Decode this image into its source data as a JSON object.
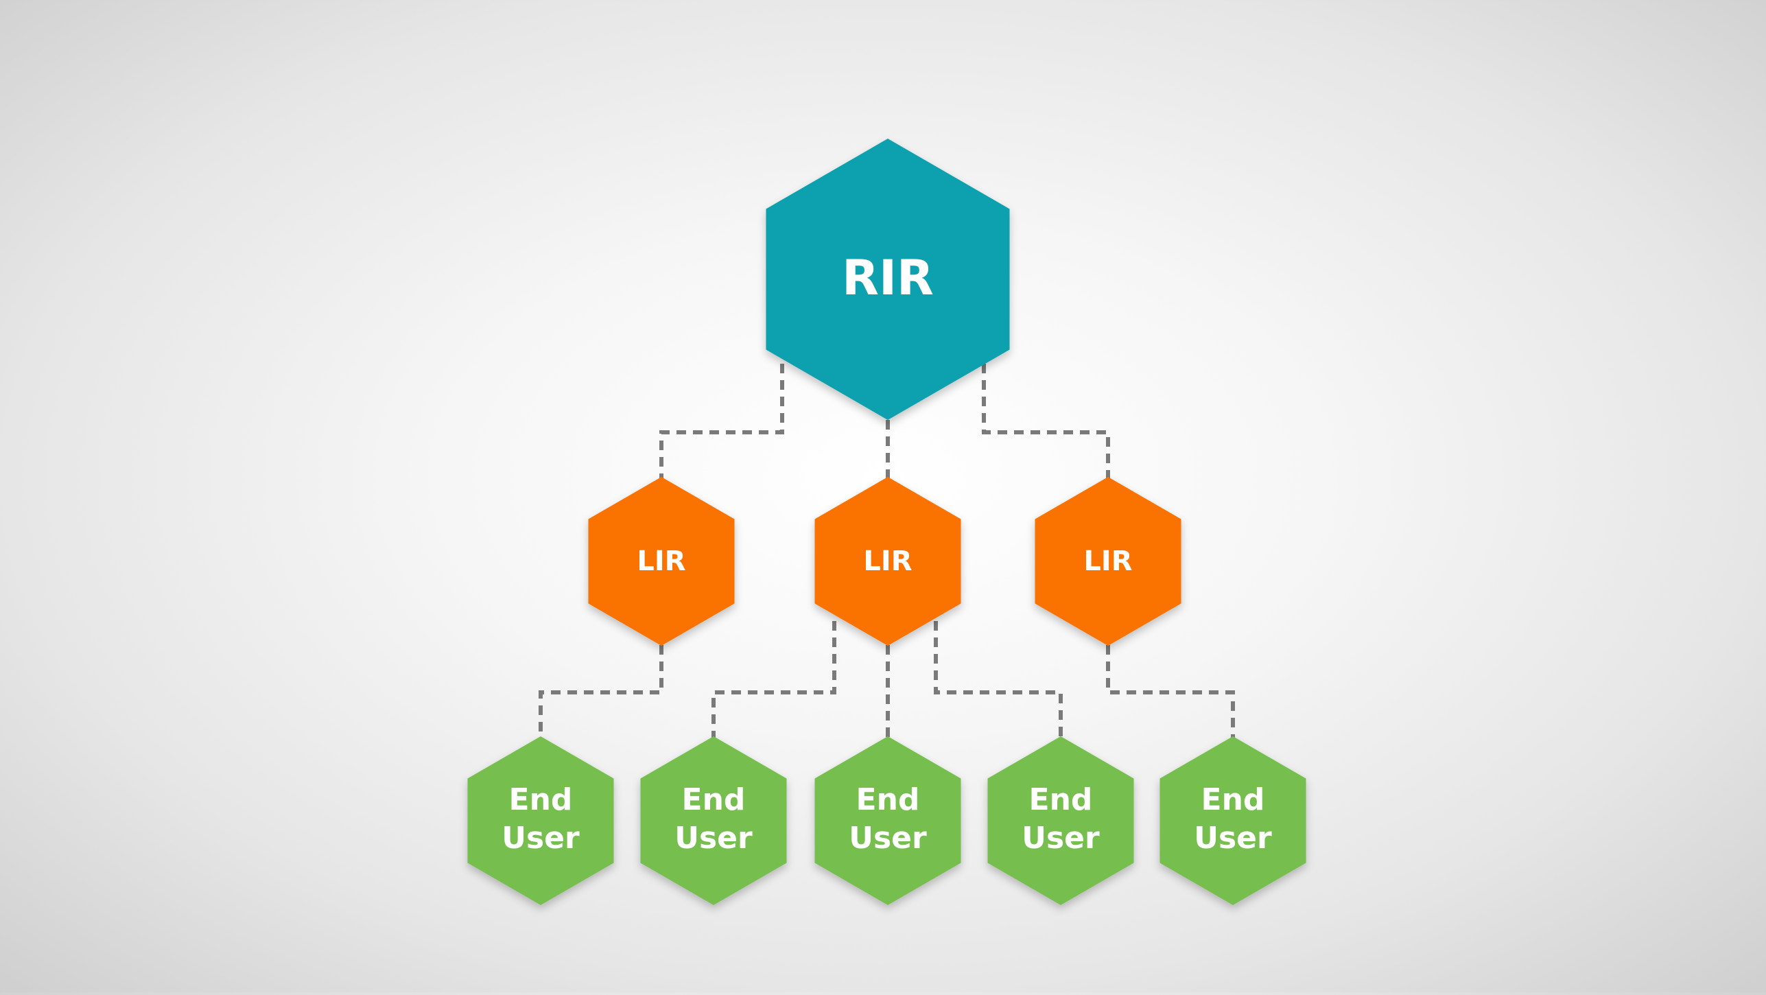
{
  "diagram": {
    "root": {
      "label": "RIR",
      "color": "#07A0AE"
    },
    "middle": [
      {
        "label": "LIR",
        "color": "#FA7203"
      },
      {
        "label": "LIR",
        "color": "#FA7203"
      },
      {
        "label": "LIR",
        "color": "#FA7203"
      }
    ],
    "leaves": [
      {
        "line1": "End",
        "line2": "User",
        "color": "#76BE4E",
        "parent": 0
      },
      {
        "line1": "End",
        "line2": "User",
        "color": "#76BE4E",
        "parent": 1
      },
      {
        "line1": "End",
        "line2": "User",
        "color": "#76BE4E",
        "parent": 1
      },
      {
        "line1": "End",
        "line2": "User",
        "color": "#76BE4E",
        "parent": 1
      },
      {
        "line1": "End",
        "line2": "User",
        "color": "#76BE4E",
        "parent": 2
      }
    ],
    "connector_color": "#7a7a7a"
  }
}
